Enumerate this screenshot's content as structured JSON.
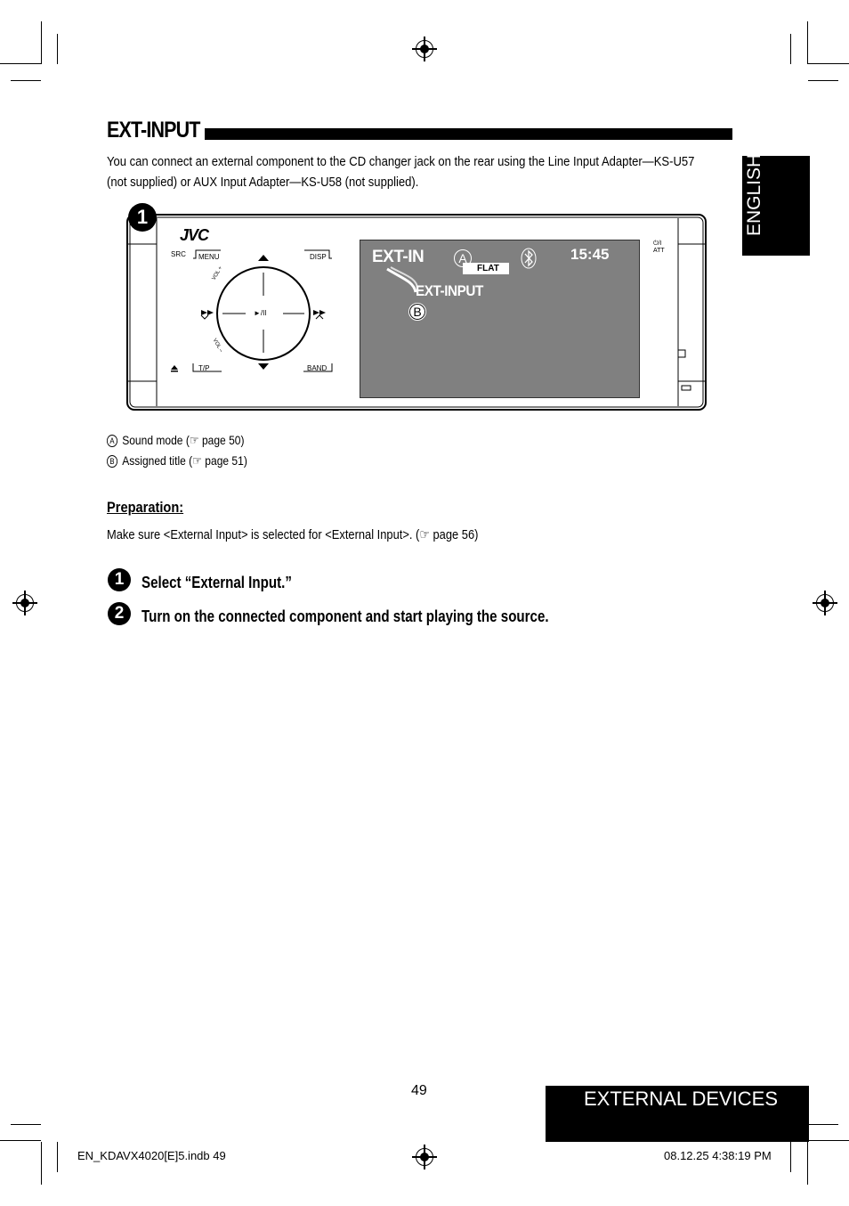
{
  "section": {
    "title": "EXT-INPUT",
    "intro_line1": "You can connect an external component to the CD changer jack on the rear using the Line Input Adapter—KS-U57",
    "intro_line2": "(not supplied) or AUX Input Adapter—KS-U58 (not supplied)."
  },
  "language_tab": "ENGLISH",
  "figure": {
    "number": "1",
    "brand": "JVC",
    "buttons": {
      "src": "SRC",
      "menu": "MENU",
      "disp": "DISP",
      "tp": "T/P",
      "band": "BAND",
      "play_pause": "►/II",
      "vol_plus": "VOL +",
      "vol_minus": "VOL –",
      "power": "⏻/I",
      "att": "ATT"
    },
    "screen": {
      "mode": "EXT-IN",
      "time": "15:45",
      "sound_mode": "FLAT",
      "assigned_title": "EXT-INPUT",
      "callout_a": "A",
      "callout_b": "B"
    }
  },
  "callouts": [
    {
      "letter": "A",
      "text": "Sound mode (☞ page 50)"
    },
    {
      "letter": "B",
      "text": "Assigned title (☞ page 51)"
    }
  ],
  "preparation": {
    "heading": "Preparation:",
    "text": "Make sure <External Input> is selected for <External Input>. (☞ page 56)"
  },
  "steps": [
    {
      "number": "1",
      "text": "Select “External Input.”"
    },
    {
      "number": "2",
      "text": "Turn on the connected component and start playing the source."
    }
  ],
  "page_number": "49",
  "section_tab": "EXTERNAL DEVICES",
  "footer": {
    "left": "EN_KDAVX4020[E]5.indb   49",
    "right": "08.12.25   4:38:19 PM"
  }
}
